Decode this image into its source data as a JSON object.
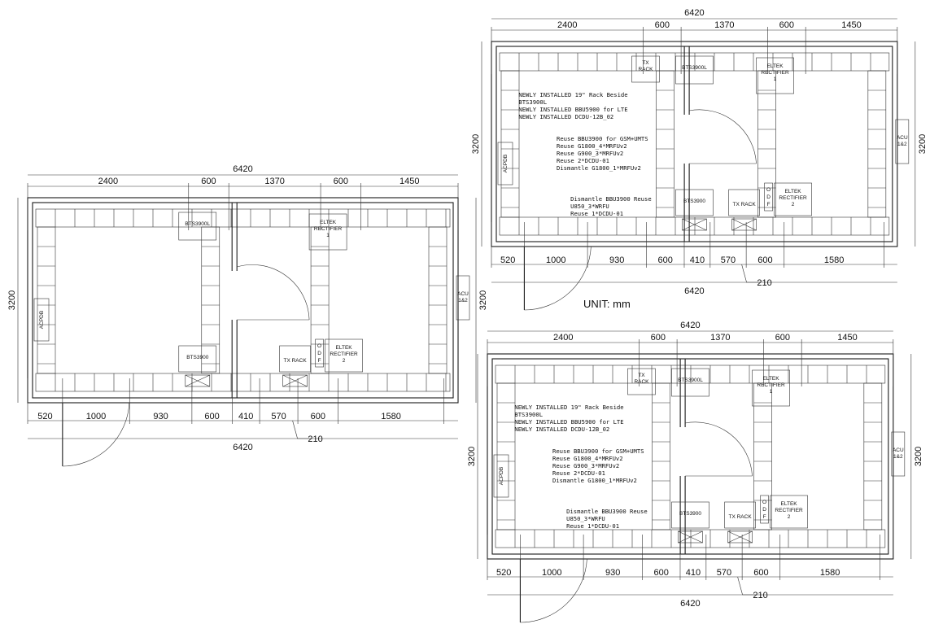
{
  "unit_label": "UNIT: mm",
  "plans": [
    {
      "id": "existing",
      "top_dims": [
        "2400",
        "600",
        "1370",
        "600",
        "1450"
      ],
      "overall_top": "6420",
      "overall_bottom": "6420",
      "bottom_dims": [
        "520",
        "1000",
        "930",
        "600",
        "410",
        "570",
        "600",
        "1580"
      ],
      "leader_dim": "210",
      "height_left": "3200",
      "height_right": "3200",
      "equip": {
        "bts_top": "BTS3900L",
        "eltek1": [
          "ELTEK",
          "RECTIFIER",
          "1"
        ],
        "acu": [
          "ACU",
          "1&2"
        ],
        "acpdb": "ACPDB",
        "bts_bottom": "BTS3900",
        "tx_rack": "TX RACK",
        "odf": [
          "O",
          "D",
          "F"
        ],
        "eltek2": [
          "ELTEK",
          "RECTIFIER",
          "2"
        ]
      }
    },
    {
      "id": "proposed-a",
      "top_dims": [
        "2400",
        "600",
        "1370",
        "600",
        "1450"
      ],
      "overall_top": "6420",
      "overall_bottom": "6420",
      "bottom_dims": [
        "520",
        "1000",
        "930",
        "600",
        "410",
        "570",
        "600",
        "1580"
      ],
      "leader_dim": "210",
      "height_left": "3200",
      "height_right": "3200",
      "equip": {
        "tx_top": [
          "TX",
          "RACK"
        ],
        "bts_top": "BTS3900L",
        "eltek1": [
          "ELTEK",
          "RECTIFIER",
          "1"
        ],
        "acu": [
          "ACU",
          "1&2"
        ],
        "acpdb": "ACPDB",
        "bts_bottom": "BTS3900",
        "tx_rack": "TX RACK",
        "odf": [
          "O",
          "D",
          "F"
        ],
        "eltek2": [
          "ELTEK",
          "RECTIFIER",
          "2"
        ]
      },
      "notes1": [
        "NEWLY INSTALLED  19\" Rack Beside",
        "BTS3900L",
        "NEWLY INSTALLED BBU5900 for LTE",
        "NEWLY INSTALLED DCDU-12B_02"
      ],
      "notes2": [
        "Reuse BBU3900 for GSM+UMTS",
        "Reuse G1800_4*MRFUv2",
        "Reuse G900_3*MRFUv2",
        "Reuse 2*DCDU-01",
        "Dismantle G1800_1*MRFUv2"
      ],
      "notes3": [
        "Dismantle BBU3900 Reuse",
        "U850_3*WRFU",
        "Reuse 1*DCDU-01"
      ]
    },
    {
      "id": "proposed-b",
      "top_dims": [
        "2400",
        "600",
        "1370",
        "600",
        "1450"
      ],
      "overall_top": "6420",
      "overall_bottom": "6420",
      "bottom_dims": [
        "520",
        "1000",
        "930",
        "600",
        "410",
        "570",
        "600",
        "1580"
      ],
      "leader_dim": "210",
      "height_left": "3200",
      "height_right": "3200",
      "equip": {
        "tx_top": [
          "TX",
          "RACK"
        ],
        "bts_top": "BTS3900L",
        "eltek1": [
          "ELTEK",
          "RECTIFIER",
          "1"
        ],
        "acu": [
          "ACU",
          "1&2"
        ],
        "acpdb": "ACPDB",
        "bts_bottom": "BTS3900",
        "tx_rack": "TX RACK",
        "odf": [
          "O",
          "D",
          "F"
        ],
        "eltek2": [
          "ELTEK",
          "RECTIFIER",
          "2"
        ]
      },
      "notes1": [
        "NEWLY INSTALLED  19\" Rack Beside",
        "BTS3900L",
        "NEWLY INSTALLED BBU5900 for LTE",
        "NEWLY INSTALLED DCDU-12B_02"
      ],
      "notes2": [
        "Reuse BBU3900 for GSM+UMTS",
        "Reuse G1800_4*MRFUv2",
        "Reuse G900_3*MRFUv2",
        "Reuse 2*DCDU-01",
        "Dismantle G1800_1*MRFUv2"
      ],
      "notes3": [
        "Dismantle BBU3900 Reuse",
        "U850_3*WRFU",
        "Reuse 1*DCDU-01"
      ]
    }
  ]
}
